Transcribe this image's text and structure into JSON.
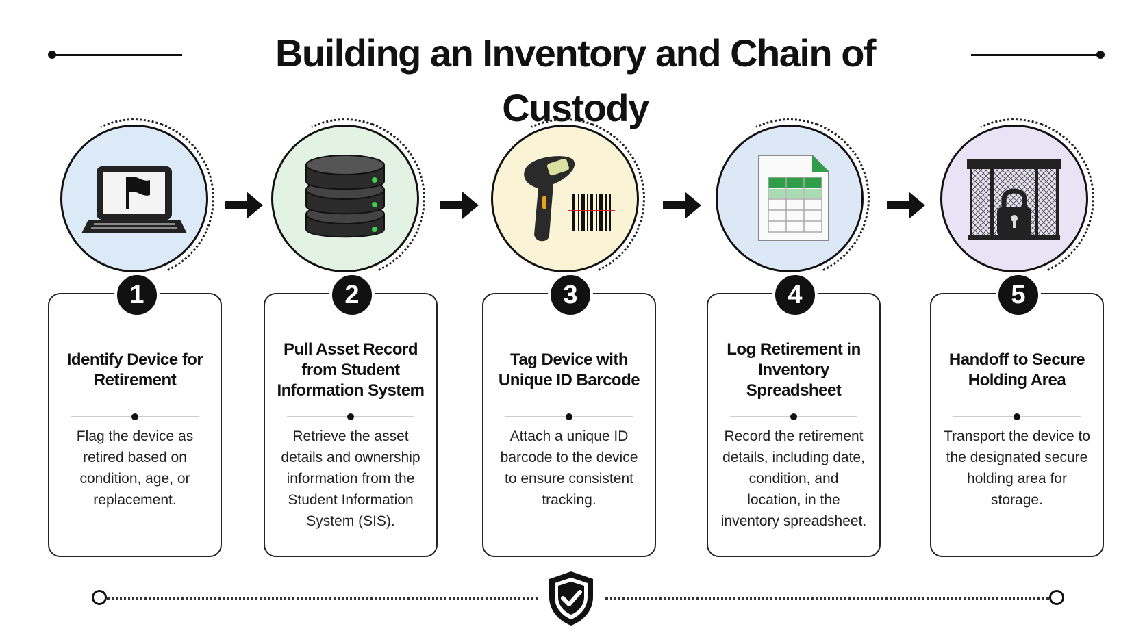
{
  "title": "Building an Inventory and Chain of Custody",
  "steps": [
    {
      "number": "1",
      "title": "Identify Device for Retirement",
      "description": "Flag the device as retired based on condition, age, or replacement.",
      "icon": "laptop-flag-icon",
      "color": "#dceaf7"
    },
    {
      "number": "2",
      "title": "Pull Asset Record from Student Information System",
      "description": "Retrieve the asset details and ownership information from the Student Information System (SIS).",
      "icon": "database-icon",
      "color": "#e3f3e3"
    },
    {
      "number": "3",
      "title": "Tag Device with Unique ID Barcode",
      "description": "Attach a unique ID barcode to the device to ensure consistent tracking.",
      "icon": "barcode-scanner-icon",
      "color": "#fbf3d6"
    },
    {
      "number": "4",
      "title": "Log Retirement in Inventory Spreadsheet",
      "description": "Record the retirement details, including date, condition, and location, in the inventory spreadsheet.",
      "icon": "spreadsheet-icon",
      "color": "#dde8f7"
    },
    {
      "number": "5",
      "title": "Handoff to Secure Holding Area",
      "description": "Transport the device to the designated secure holding area for storage.",
      "icon": "locked-cage-icon",
      "color": "#e8e4f6"
    }
  ],
  "footer_icon": "shield-check-icon"
}
